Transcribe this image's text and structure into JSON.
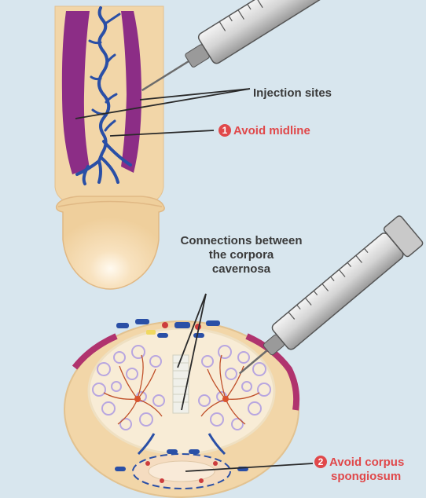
{
  "labels": {
    "injection_sites": "Injection sites",
    "avoid_midline_number": "1",
    "avoid_midline": "Avoid midline",
    "connections_line1": "Connections between",
    "connections_line2": "the corpora",
    "connections_line3": "cavernosa",
    "avoid_corpus_number": "2",
    "avoid_corpus_line1": "Avoid corpus",
    "avoid_corpus_line2": "spongiosum"
  },
  "colors": {
    "background": "#d8e6ee",
    "skin": "#f2d6a8",
    "corpora": "#8c2d86",
    "vein": "#2a4fa6",
    "label_text": "#3a3a3a",
    "warning_red": "#e0484a"
  }
}
